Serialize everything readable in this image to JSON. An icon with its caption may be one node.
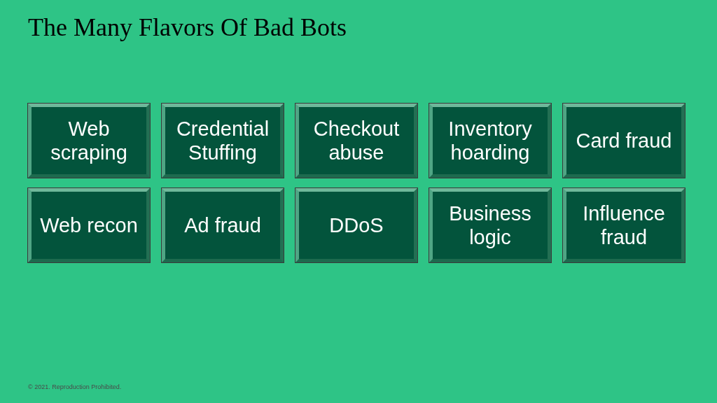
{
  "diagram": {
    "title": "The Many Flavors Of Bad Bots",
    "nodes": [
      {
        "text": [
          "Web scraping"
        ]
      },
      {
        "text": [
          "Credential Stuffing"
        ]
      },
      {
        "text": [
          "Checkout abuse"
        ]
      },
      {
        "text": [
          "Inventory hoarding"
        ]
      },
      {
        "text": [
          "Card fraud"
        ]
      },
      {
        "text": [
          "Web recon"
        ]
      },
      {
        "text": [
          "Ad fraud"
        ]
      },
      {
        "text": [
          "DDoS"
        ]
      },
      {
        "text": [
          "Business logic"
        ]
      },
      {
        "text": [
          "Influence fraud"
        ]
      }
    ],
    "labels": [
      "© 2021. Reproduction Prohibited."
    ]
  }
}
